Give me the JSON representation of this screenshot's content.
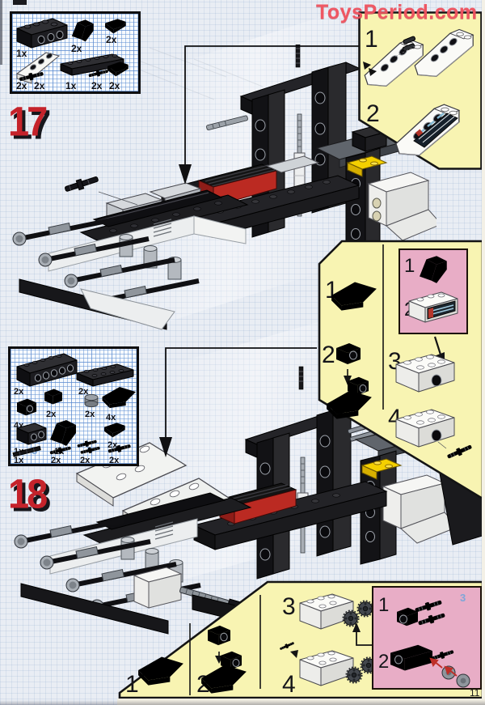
{
  "watermark": "ToysPeriod.com",
  "page_number": "11",
  "colors": {
    "step_number_red": "#c5232b",
    "callout_yellow": "#f8f4b2",
    "inset_pink": "#e8adc6",
    "grid_blue": "#9db8e0",
    "axle_marker_blue": "#7ea6d8",
    "lego_red": "#bb2a22",
    "lego_yellow": "#f4d000"
  },
  "step17": {
    "number": "17",
    "parts": [
      {
        "qty": "1x",
        "part": "technic-brick-1x4-black"
      },
      {
        "qty": "2x",
        "part": "slope-brick-2x2-black"
      },
      {
        "qty": "2x",
        "part": "corner-plate-2x2-black"
      },
      {
        "qty": "2x",
        "part": "wedge-long-white"
      },
      {
        "qty": "1x",
        "part": "plate-1x8-black"
      },
      {
        "qty": "2x",
        "part": "corner-plate-2x2-black"
      },
      {
        "qty": "2x",
        "part": "pin-with-bush-black"
      },
      {
        "qty": "2x",
        "part": "pin-connector-black"
      }
    ],
    "callout": {
      "steps": [
        "1",
        "2"
      ]
    }
  },
  "step18": {
    "number": "18",
    "axle_length_marker": "3",
    "parts": [
      {
        "qty": "2x",
        "part": "technic-brick-1x8-black"
      },
      {
        "qty": "2x",
        "part": "plate-2x6-black"
      },
      {
        "qty": "4x",
        "part": "technic-brick-1x1-light"
      },
      {
        "qty": "2x",
        "part": "brick-1x1-white"
      },
      {
        "qty": "2x",
        "part": "bush-gray"
      },
      {
        "qty": "4x",
        "part": "wedge-plate-3x3-white"
      },
      {
        "qty": "1x",
        "part": "technic-brick-1x2-black"
      },
      {
        "qty": "1x",
        "part": "wedge-brick-white"
      },
      {
        "qty": "2x",
        "part": "corner-plate-2x2-black"
      },
      {
        "qty": "1x",
        "part": "axle-3-black"
      },
      {
        "qty": "2x",
        "part": "pin-gray"
      },
      {
        "qty": "2x",
        "part": "pin-connector-gray"
      },
      {
        "qty": "2x",
        "part": "pin-black"
      }
    ],
    "mid_callout": {
      "steps": [
        "1",
        "2",
        "3",
        "4"
      ],
      "pink_steps": [
        "1",
        "2"
      ]
    },
    "bottom_callout": {
      "steps": [
        "1",
        "2",
        "3",
        "4"
      ],
      "pink_steps": [
        "1",
        "2"
      ],
      "axle_marker": "3"
    }
  }
}
